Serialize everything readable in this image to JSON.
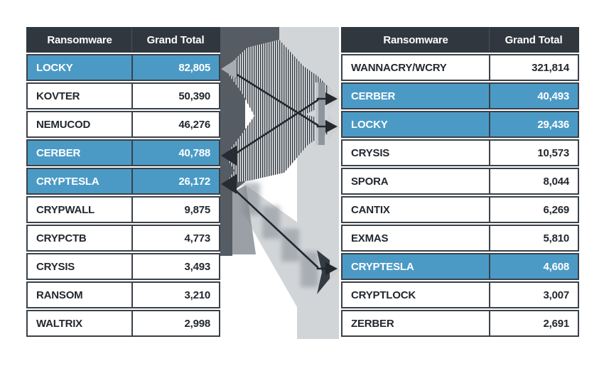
{
  "title_hidden": "",
  "colors": {
    "highlight_blue": "#4b9ac6",
    "header_bg": "#30373f",
    "cell_border": "#3a4149",
    "arrow_dark": "#22282e",
    "flow_light_gray": "#d2d5d8",
    "flow_dark_gray": "#565c63"
  },
  "left_table": {
    "headers": [
      "Ransomware",
      "Grand Total"
    ],
    "rows": [
      {
        "name": "LOCKY",
        "total": "82,805",
        "highlighted": true
      },
      {
        "name": "KOVTER",
        "total": "50,390",
        "highlighted": false
      },
      {
        "name": "NEMUCOD",
        "total": "46,276",
        "highlighted": false
      },
      {
        "name": "CERBER",
        "total": "40,788",
        "highlighted": true
      },
      {
        "name": "CRYPTESLA",
        "total": "26,172",
        "highlighted": true
      },
      {
        "name": "CRYPWALL",
        "total": "9,875",
        "highlighted": false
      },
      {
        "name": "CRYPCTB",
        "total": "4,773",
        "highlighted": false
      },
      {
        "name": "CRYSIS",
        "total": "3,493",
        "highlighted": false
      },
      {
        "name": "RANSOM",
        "total": "3,210",
        "highlighted": false
      },
      {
        "name": "WALTRIX",
        "total": "2,998",
        "highlighted": false
      }
    ]
  },
  "right_table": {
    "headers": [
      "Ransomware",
      "Grand Total"
    ],
    "rows": [
      {
        "name": "WANNACRY/WCRY",
        "total": "321,814",
        "highlighted": false
      },
      {
        "name": "CERBER",
        "total": "40,493",
        "highlighted": true
      },
      {
        "name": "LOCKY",
        "total": "29,436",
        "highlighted": true
      },
      {
        "name": "CRYSIS",
        "total": "10,573",
        "highlighted": false
      },
      {
        "name": "SPORA",
        "total": "8,044",
        "highlighted": false
      },
      {
        "name": "CANTIX",
        "total": "6,269",
        "highlighted": false
      },
      {
        "name": "EXMAS",
        "total": "5,810",
        "highlighted": false
      },
      {
        "name": "CRYPTESLA",
        "total": "4,608",
        "highlighted": true
      },
      {
        "name": "CRYPTLOCK",
        "total": "3,007",
        "highlighted": false
      },
      {
        "name": "ZERBER",
        "total": "2,691",
        "highlighted": false
      }
    ]
  },
  "flow": {
    "connections": [
      {
        "name": "LOCKY",
        "left_rank": 1,
        "right_rank": 3,
        "left_total": "82,805",
        "right_total": "29,436"
      },
      {
        "name": "CERBER",
        "left_rank": 4,
        "right_rank": 2,
        "left_total": "40,788",
        "right_total": "40,493"
      },
      {
        "name": "CRYPTESLA",
        "left_rank": 5,
        "right_rank": 8,
        "left_total": "26,172",
        "right_total": "4,608"
      }
    ]
  },
  "chart_data": [
    {
      "type": "table",
      "title": "",
      "columns": [
        "Ransomware",
        "Grand Total"
      ],
      "rows": [
        [
          "LOCKY",
          82805
        ],
        [
          "KOVTER",
          50390
        ],
        [
          "NEMUCOD",
          46276
        ],
        [
          "CERBER",
          40788
        ],
        [
          "CRYPTESLA",
          26172
        ],
        [
          "CRYPWALL",
          9875
        ],
        [
          "CRYPCTB",
          4773
        ],
        [
          "CRYSIS",
          3493
        ],
        [
          "RANSOM",
          3210
        ],
        [
          "WALTRIX",
          2998
        ]
      ],
      "highlighted_rows": [
        "LOCKY",
        "CERBER",
        "CRYPTESLA"
      ]
    },
    {
      "type": "table",
      "title": "",
      "columns": [
        "Ransomware",
        "Grand Total"
      ],
      "rows": [
        [
          "WANNACRY/WCRY",
          321814
        ],
        [
          "CERBER",
          40493
        ],
        [
          "LOCKY",
          29436
        ],
        [
          "CRYSIS",
          10573
        ],
        [
          "SPORA",
          8044
        ],
        [
          "CANTIX",
          6269
        ],
        [
          "EXMAS",
          5810
        ],
        [
          "CRYPTESLA",
          4608
        ],
        [
          "CRYPTLOCK",
          3007
        ],
        [
          "ZERBER",
          2691
        ]
      ],
      "highlighted_rows": [
        "CERBER",
        "LOCKY",
        "CRYPTESLA"
      ]
    }
  ]
}
